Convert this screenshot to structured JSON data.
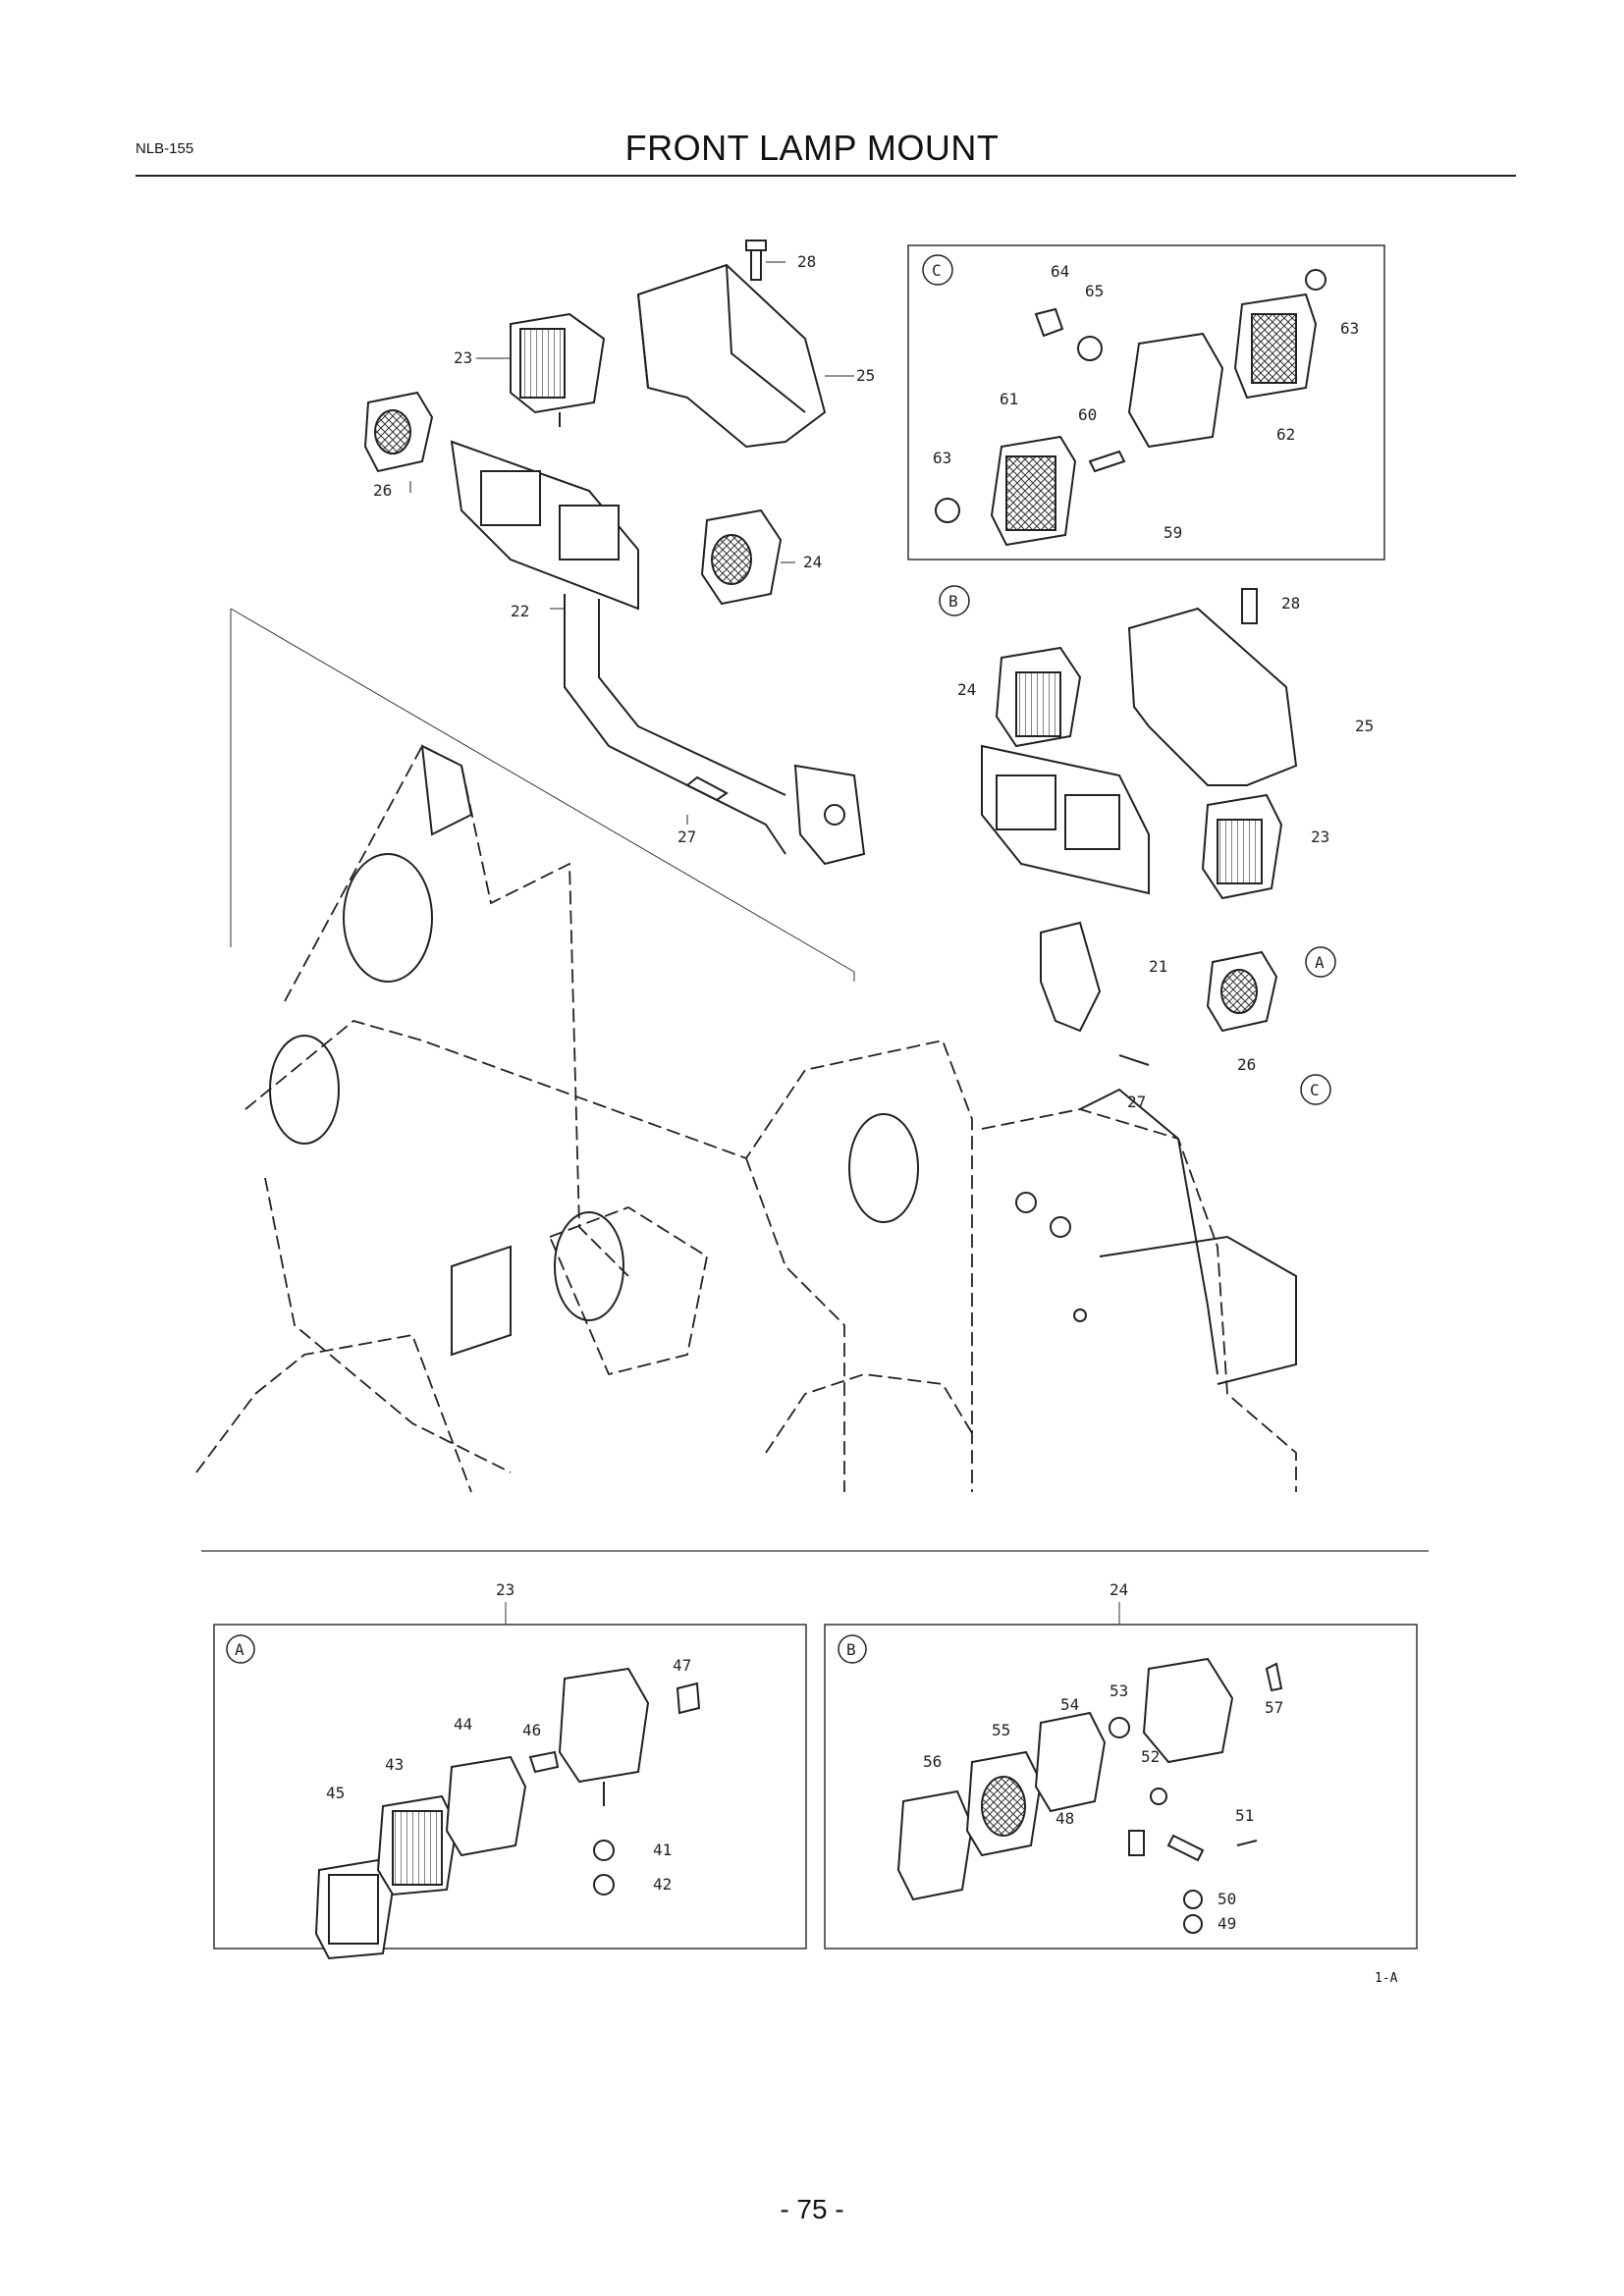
{
  "header": {
    "doc_code": "NLB-155",
    "title": "FRONT LAMP MOUNT"
  },
  "callouts": {
    "main": [
      {
        "id": "m28",
        "label": "28"
      },
      {
        "id": "m23",
        "label": "23"
      },
      {
        "id": "m25",
        "label": "25"
      },
      {
        "id": "m26",
        "label": "26"
      },
      {
        "id": "m24",
        "label": "24"
      },
      {
        "id": "m22",
        "label": "22"
      },
      {
        "id": "m27",
        "label": "27"
      }
    ],
    "rhs": [
      {
        "id": "r28",
        "label": "28"
      },
      {
        "id": "r24",
        "label": "24"
      },
      {
        "id": "r25",
        "label": "25"
      },
      {
        "id": "r23",
        "label": "23"
      },
      {
        "id": "r21",
        "label": "21"
      },
      {
        "id": "r26",
        "label": "26"
      },
      {
        "id": "r27",
        "label": "27"
      }
    ],
    "panel_c": [
      {
        "id": "c64",
        "label": "64"
      },
      {
        "id": "c65",
        "label": "65"
      },
      {
        "id": "c63a",
        "label": "63"
      },
      {
        "id": "c61",
        "label": "61"
      },
      {
        "id": "c60",
        "label": "60"
      },
      {
        "id": "c63b",
        "label": "63"
      },
      {
        "id": "c62",
        "label": "62"
      },
      {
        "id": "c59",
        "label": "59"
      }
    ],
    "panel_a": [
      {
        "id": "a47",
        "label": "47"
      },
      {
        "id": "a44",
        "label": "44"
      },
      {
        "id": "a46",
        "label": "46"
      },
      {
        "id": "a43",
        "label": "43"
      },
      {
        "id": "a45",
        "label": "45"
      },
      {
        "id": "a41",
        "label": "41"
      },
      {
        "id": "a42",
        "label": "42"
      }
    ],
    "panel_b": [
      {
        "id": "b57",
        "label": "57"
      },
      {
        "id": "b53",
        "label": "53"
      },
      {
        "id": "b54",
        "label": "54"
      },
      {
        "id": "b55",
        "label": "55"
      },
      {
        "id": "b56",
        "label": "56"
      },
      {
        "id": "b52",
        "label": "52"
      },
      {
        "id": "b48",
        "label": "48"
      },
      {
        "id": "b51",
        "label": "51"
      },
      {
        "id": "b50",
        "label": "50"
      },
      {
        "id": "b49",
        "label": "49"
      }
    ],
    "panel_refs": {
      "a_parent": "23",
      "b_parent": "24"
    }
  },
  "detail_markers": {
    "a": "A",
    "b": "B",
    "c": "C"
  },
  "footer": {
    "figure_ref": "1-A",
    "page_number": "- 75 -"
  }
}
